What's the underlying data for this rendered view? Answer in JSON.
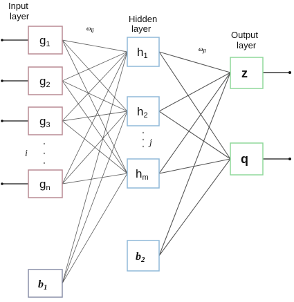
{
  "titles": {
    "input_line1": "Input",
    "input_line2": "layer",
    "hidden_line1": "Hidden",
    "hidden_line2": "layer",
    "output_line1": "Output",
    "output_line2": "layer"
  },
  "weights": {
    "input_hidden": "ω",
    "input_hidden_sub": "ij",
    "hidden_output": "ω",
    "hidden_output_sub": "jl"
  },
  "indices": {
    "input": "i",
    "hidden": "j"
  },
  "input_nodes": [
    {
      "base": "g",
      "sub": "1"
    },
    {
      "base": "g",
      "sub": "2"
    },
    {
      "base": "g",
      "sub": "3"
    },
    {
      "base": "g",
      "sub": "n"
    }
  ],
  "input_bias": {
    "base": "b",
    "sub": "1"
  },
  "hidden_nodes": [
    {
      "base": "h",
      "sub": "1"
    },
    {
      "base": "h",
      "sub": "2"
    },
    {
      "base": "h",
      "sub": "m"
    }
  ],
  "hidden_bias": {
    "base": "b",
    "sub": "2"
  },
  "output_nodes": [
    {
      "label": "z"
    },
    {
      "label": "q"
    }
  ],
  "colors": {
    "input_border": "#b98a93",
    "hidden_border": "#8fb8d8",
    "output_border": "#8fd89a",
    "bias_border": "#8a8fa8",
    "edge": "#3a3a3a"
  }
}
